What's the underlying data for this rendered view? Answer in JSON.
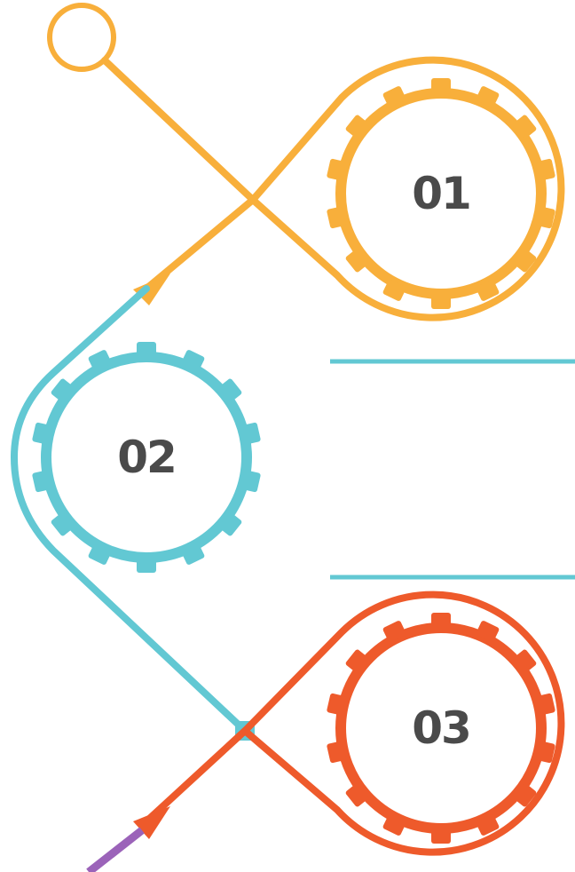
{
  "steps": [
    {
      "number": "01",
      "color": "#F8AF3B"
    },
    {
      "number": "02",
      "color": "#62C8D3"
    },
    {
      "number": "03",
      "color": "#EE5A2B"
    }
  ],
  "divider_color": "#62C8D3",
  "tail_color": "#9B63B9",
  "text_color": "#4a4a4a"
}
